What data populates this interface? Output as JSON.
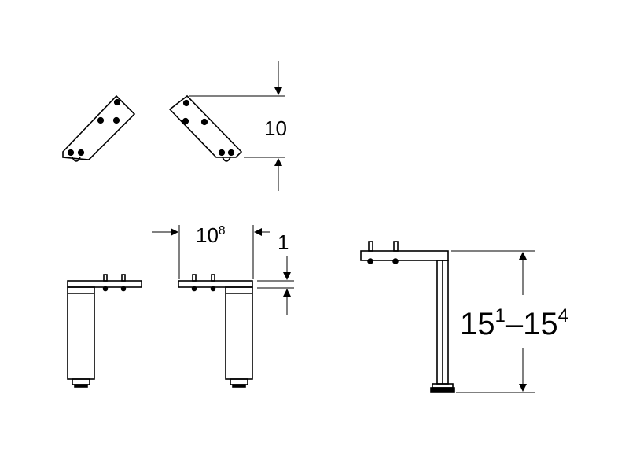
{
  "dimensions": {
    "height_top": "10",
    "width_main": "10",
    "width_sup": "8",
    "offset": "1",
    "adjust_base_1": "15",
    "adjust_sup_1": "1",
    "adjust_dash": "–",
    "adjust_base_2": "15",
    "adjust_sup_2": "4"
  }
}
